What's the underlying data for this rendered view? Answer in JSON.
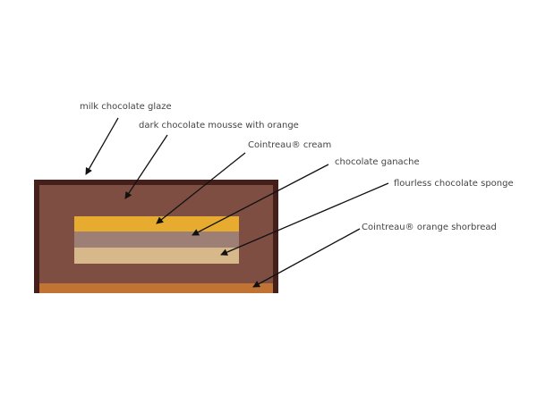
{
  "labels": {
    "glaze": "milk chocolate glaze",
    "mousse": "dark chocolate mousse with orange",
    "cream": "Cointreau® cream",
    "ganache": "chocolate ganache",
    "sponge": "flourless chocolate sponge",
    "shortbread": "Cointreau® orange shorbread"
  },
  "colors": {
    "glaze": "#45201a",
    "mousse": "#7e4e43",
    "cream": "#e6ab2f",
    "ganache": "#9e7f75",
    "sponge": "#d7b88a",
    "shortbread": "#c07332",
    "arrow": "#111111"
  }
}
